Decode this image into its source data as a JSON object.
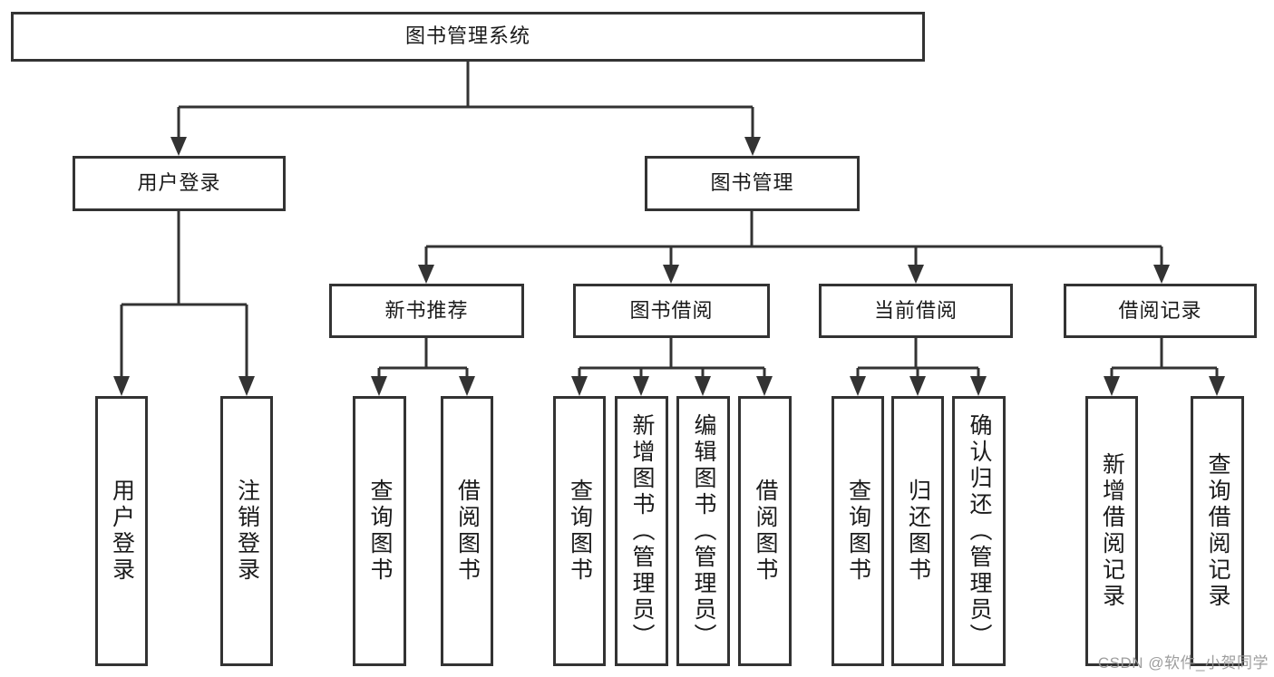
{
  "diagram": {
    "type": "tree-structure-chart",
    "nodes": {
      "root": "图书管理系统",
      "user_login": "用户登录",
      "book_management": "图书管理",
      "new_book_recommend": "新书推荐",
      "book_borrowing": "图书借阅",
      "current_borrowing": "当前借阅",
      "borrowing_records": "借阅记录",
      "user_login_leaf": "用户登录",
      "logout_leaf": "注销登录",
      "query_books_recommend": "查询图书",
      "borrow_books_recommend": "借阅图书",
      "query_books_borrowing": "查询图书",
      "add_books_admin": "新增图书（管理员）",
      "edit_books_admin": "编辑图书（管理员）",
      "borrow_books_borrowing": "借阅图书",
      "query_books_current": "查询图书",
      "return_books": "归还图书",
      "confirm_return_admin": "确认归还（管理员）",
      "add_borrow_record": "新增借阅记录",
      "query_borrow_record": "查询借阅记录"
    },
    "edges": [
      [
        "root",
        "user_login"
      ],
      [
        "root",
        "book_management"
      ],
      [
        "user_login",
        "user_login_leaf"
      ],
      [
        "user_login",
        "logout_leaf"
      ],
      [
        "book_management",
        "new_book_recommend"
      ],
      [
        "book_management",
        "book_borrowing"
      ],
      [
        "book_management",
        "current_borrowing"
      ],
      [
        "book_management",
        "borrowing_records"
      ],
      [
        "new_book_recommend",
        "query_books_recommend"
      ],
      [
        "new_book_recommend",
        "borrow_books_recommend"
      ],
      [
        "book_borrowing",
        "query_books_borrowing"
      ],
      [
        "book_borrowing",
        "add_books_admin"
      ],
      [
        "book_borrowing",
        "edit_books_admin"
      ],
      [
        "book_borrowing",
        "borrow_books_borrowing"
      ],
      [
        "current_borrowing",
        "query_books_current"
      ],
      [
        "current_borrowing",
        "return_books"
      ],
      [
        "current_borrowing",
        "confirm_return_admin"
      ],
      [
        "borrowing_records",
        "add_borrow_record"
      ],
      [
        "borrowing_records",
        "query_borrow_record"
      ]
    ],
    "colors": {
      "line": "#333333",
      "box_border": "#333333",
      "box_fill": "#ffffff",
      "text": "#1a1a1a",
      "background": "#ffffff",
      "watermark_text": "#969696"
    }
  },
  "watermark": "CSDN @软件_小贺同学"
}
